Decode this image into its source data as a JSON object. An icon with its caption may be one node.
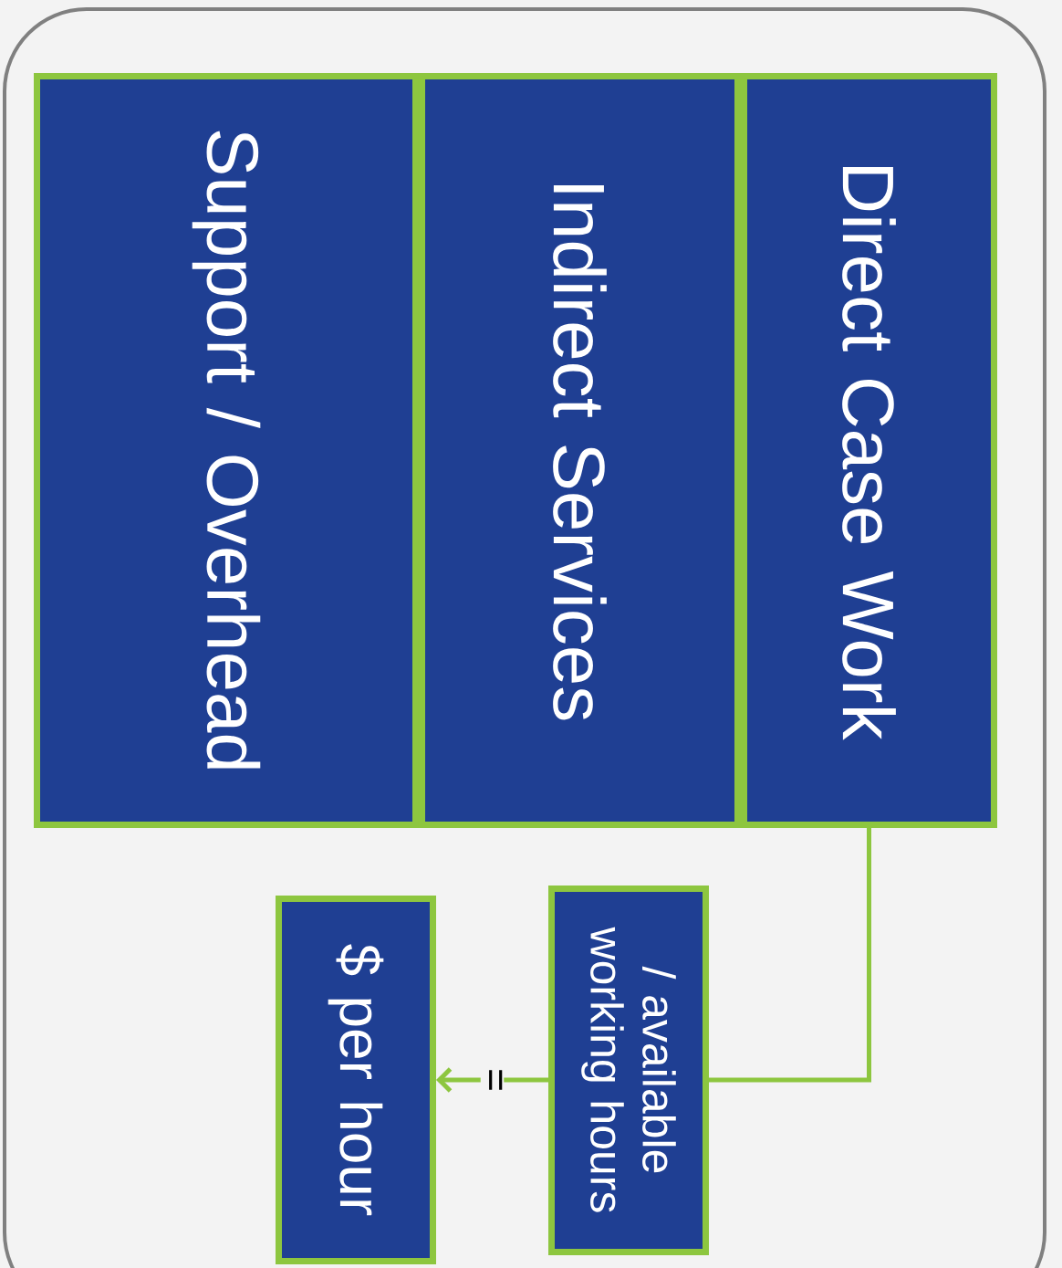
{
  "diagram": {
    "nodes": [
      {
        "text": [
          "Support / Overhead"
        ]
      },
      {
        "text": [
          "Indirect Services"
        ]
      },
      {
        "text": [
          "Direct Case Work"
        ]
      },
      {
        "text": [
          "/ available working hours"
        ]
      },
      {
        "text": [
          "$ per hour"
        ]
      }
    ],
    "edges": [
      {
        "from": 2,
        "to": 3,
        "arrow": "none"
      },
      {
        "from": 3,
        "to": 4,
        "arrow": "to",
        "label": "="
      }
    ]
  }
}
